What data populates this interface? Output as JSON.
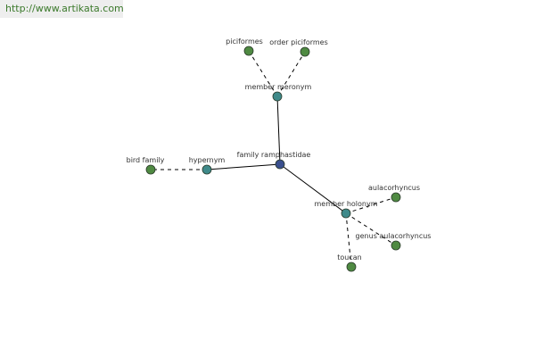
{
  "watermark": {
    "url_text": "http://www.artikata.com"
  },
  "colors": {
    "center_node": "#3a4f8e",
    "relation_node": "#3f8a8a",
    "leaf_node": "#4f8a42",
    "node_stroke": "#2a3a2a",
    "edge": "#000000",
    "watermark_text": "#3c7a2c"
  },
  "graph": {
    "center": "family ramphastidae",
    "relations": [
      {
        "label": "member meronym",
        "targets": [
          "piciformes",
          "order piciformes"
        ]
      },
      {
        "label": "hypernym",
        "targets": [
          "bird family"
        ]
      },
      {
        "label": "member holonym",
        "targets": [
          "aulacorhyncus",
          "genus aulacorhyncus",
          "toucan"
        ]
      }
    ]
  }
}
